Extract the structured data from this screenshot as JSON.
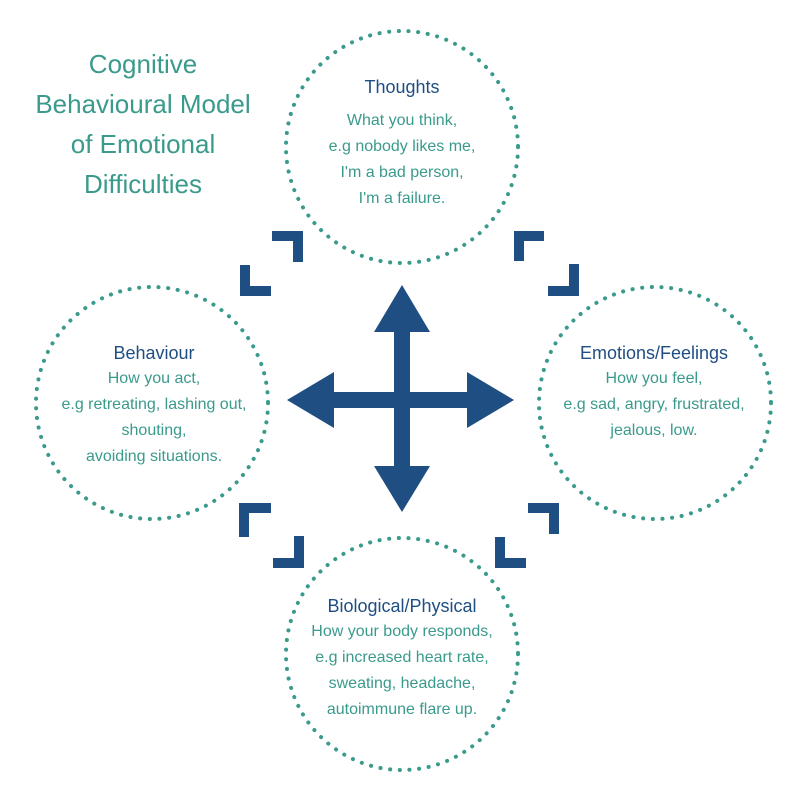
{
  "title": {
    "lines": [
      "Cognitive",
      "Behavioural Model",
      "of Emotional",
      "Difficulties"
    ]
  },
  "nodes": {
    "thoughts": {
      "title": "Thoughts",
      "lines": [
        "What you think,",
        "e.g nobody likes me,",
        "I'm a bad person,",
        "I'm a failure."
      ]
    },
    "behaviour": {
      "title": "Behaviour",
      "lines": [
        "How you act,",
        "e.g retreating, lashing out,",
        "shouting,",
        "avoiding situations."
      ]
    },
    "emotions": {
      "title": "Emotions/Feelings",
      "lines": [
        "How you feel,",
        "e.g sad, angry, frustrated,",
        "jealous, low."
      ]
    },
    "biological": {
      "title": "Biological/Physical",
      "lines": [
        "How your body responds,",
        "e.g increased heart rate,",
        "sweating, headache,",
        "autoimmune flare up."
      ]
    }
  },
  "colors": {
    "teal": "#3a9a8c",
    "navy": "#1f4e82"
  }
}
